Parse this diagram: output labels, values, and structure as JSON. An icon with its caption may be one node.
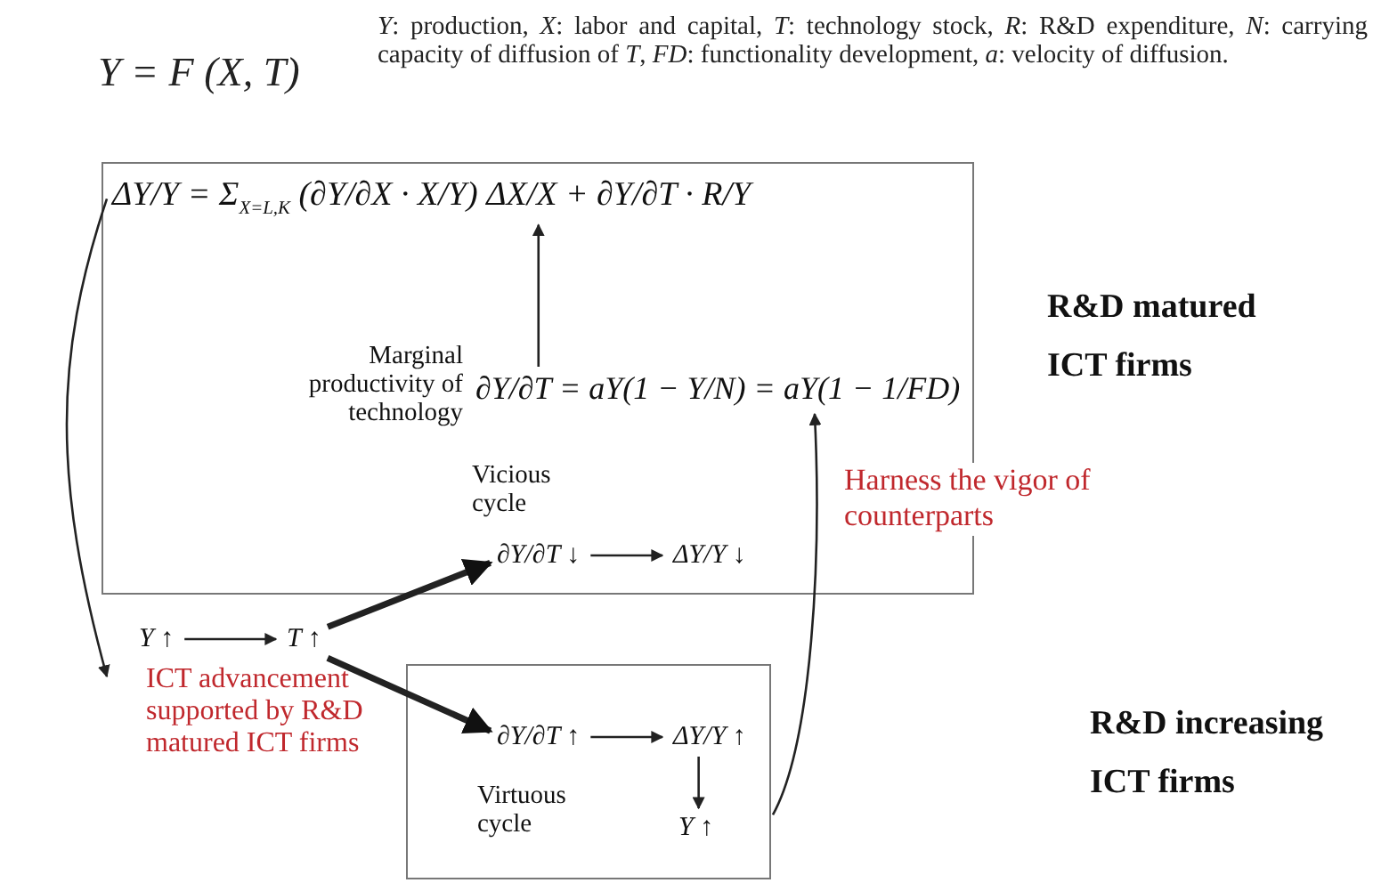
{
  "diagram": {
    "nodes": [
      {
        "text": [],
        "shape": "box"
      },
      {
        "text": [
          "ΔY/Y = Σ$_{X=L,K}$ (∂Y/∂X · X/Y) ΔX/X + ∂Y/∂T · R/Y"
        ],
        "in": 0
      },
      {
        "text": [
          "∂Y/∂T = aY(1 − Y/N) = aY(1 − 1/FD)"
        ],
        "in": 0,
        "beside": [
          "Marginal productivity of technology"
        ]
      },
      {
        "text": [
          "∂Y/∂T ↓"
        ],
        "in": 0,
        "beside": [
          "Vicious cycle"
        ]
      },
      {
        "text": [
          "ΔY/Y ↓"
        ],
        "in": 0
      },
      {
        "text": [
          "Y ↑"
        ]
      },
      {
        "text": [
          "T ↑"
        ]
      },
      {
        "text": [],
        "shape": "box"
      },
      {
        "text": [
          "∂Y/∂T ↑"
        ],
        "in": 7,
        "beside": [
          "Virtuous cycle"
        ]
      },
      {
        "text": [
          "ΔY/Y ↑"
        ],
        "in": 7
      },
      {
        "text": [
          "Y ↑"
        ],
        "in": 7
      }
    ],
    "edges": [
      {
        "from": 2,
        "to": 1,
        "arrow": "to"
      },
      {
        "from": 3,
        "to": 4,
        "arrow": "to"
      },
      {
        "from": 5,
        "to": 6,
        "arrow": "to"
      },
      {
        "from": 6,
        "to": 3,
        "arrow": "to",
        "style": "thick"
      },
      {
        "from": 6,
        "to": 8,
        "arrow": "to",
        "style": "thick"
      },
      {
        "from": 8,
        "to": 9,
        "arrow": "to"
      },
      {
        "from": 9,
        "to": 10,
        "arrow": "to"
      },
      {
        "from": 1,
        "to": 5,
        "arrow": "to"
      },
      {
        "from": 7,
        "to": 2,
        "arrow": "to",
        "label": "Harness the vigor of counterparts"
      }
    ],
    "labels": [
      "Y = F (X, T)",
      "*Y*: production, *X*: labor and capital, *T*: technology stock, *R*: R&D expenditure, *N*: carrying capacity of diffusion of *T*, *FD*: functionality development, *a*: velocity of diffusion.",
      "R&D matured ICT firms",
      "ICT advancement supported by R&D matured ICT firms",
      "R&D increasing ICT firms"
    ]
  }
}
